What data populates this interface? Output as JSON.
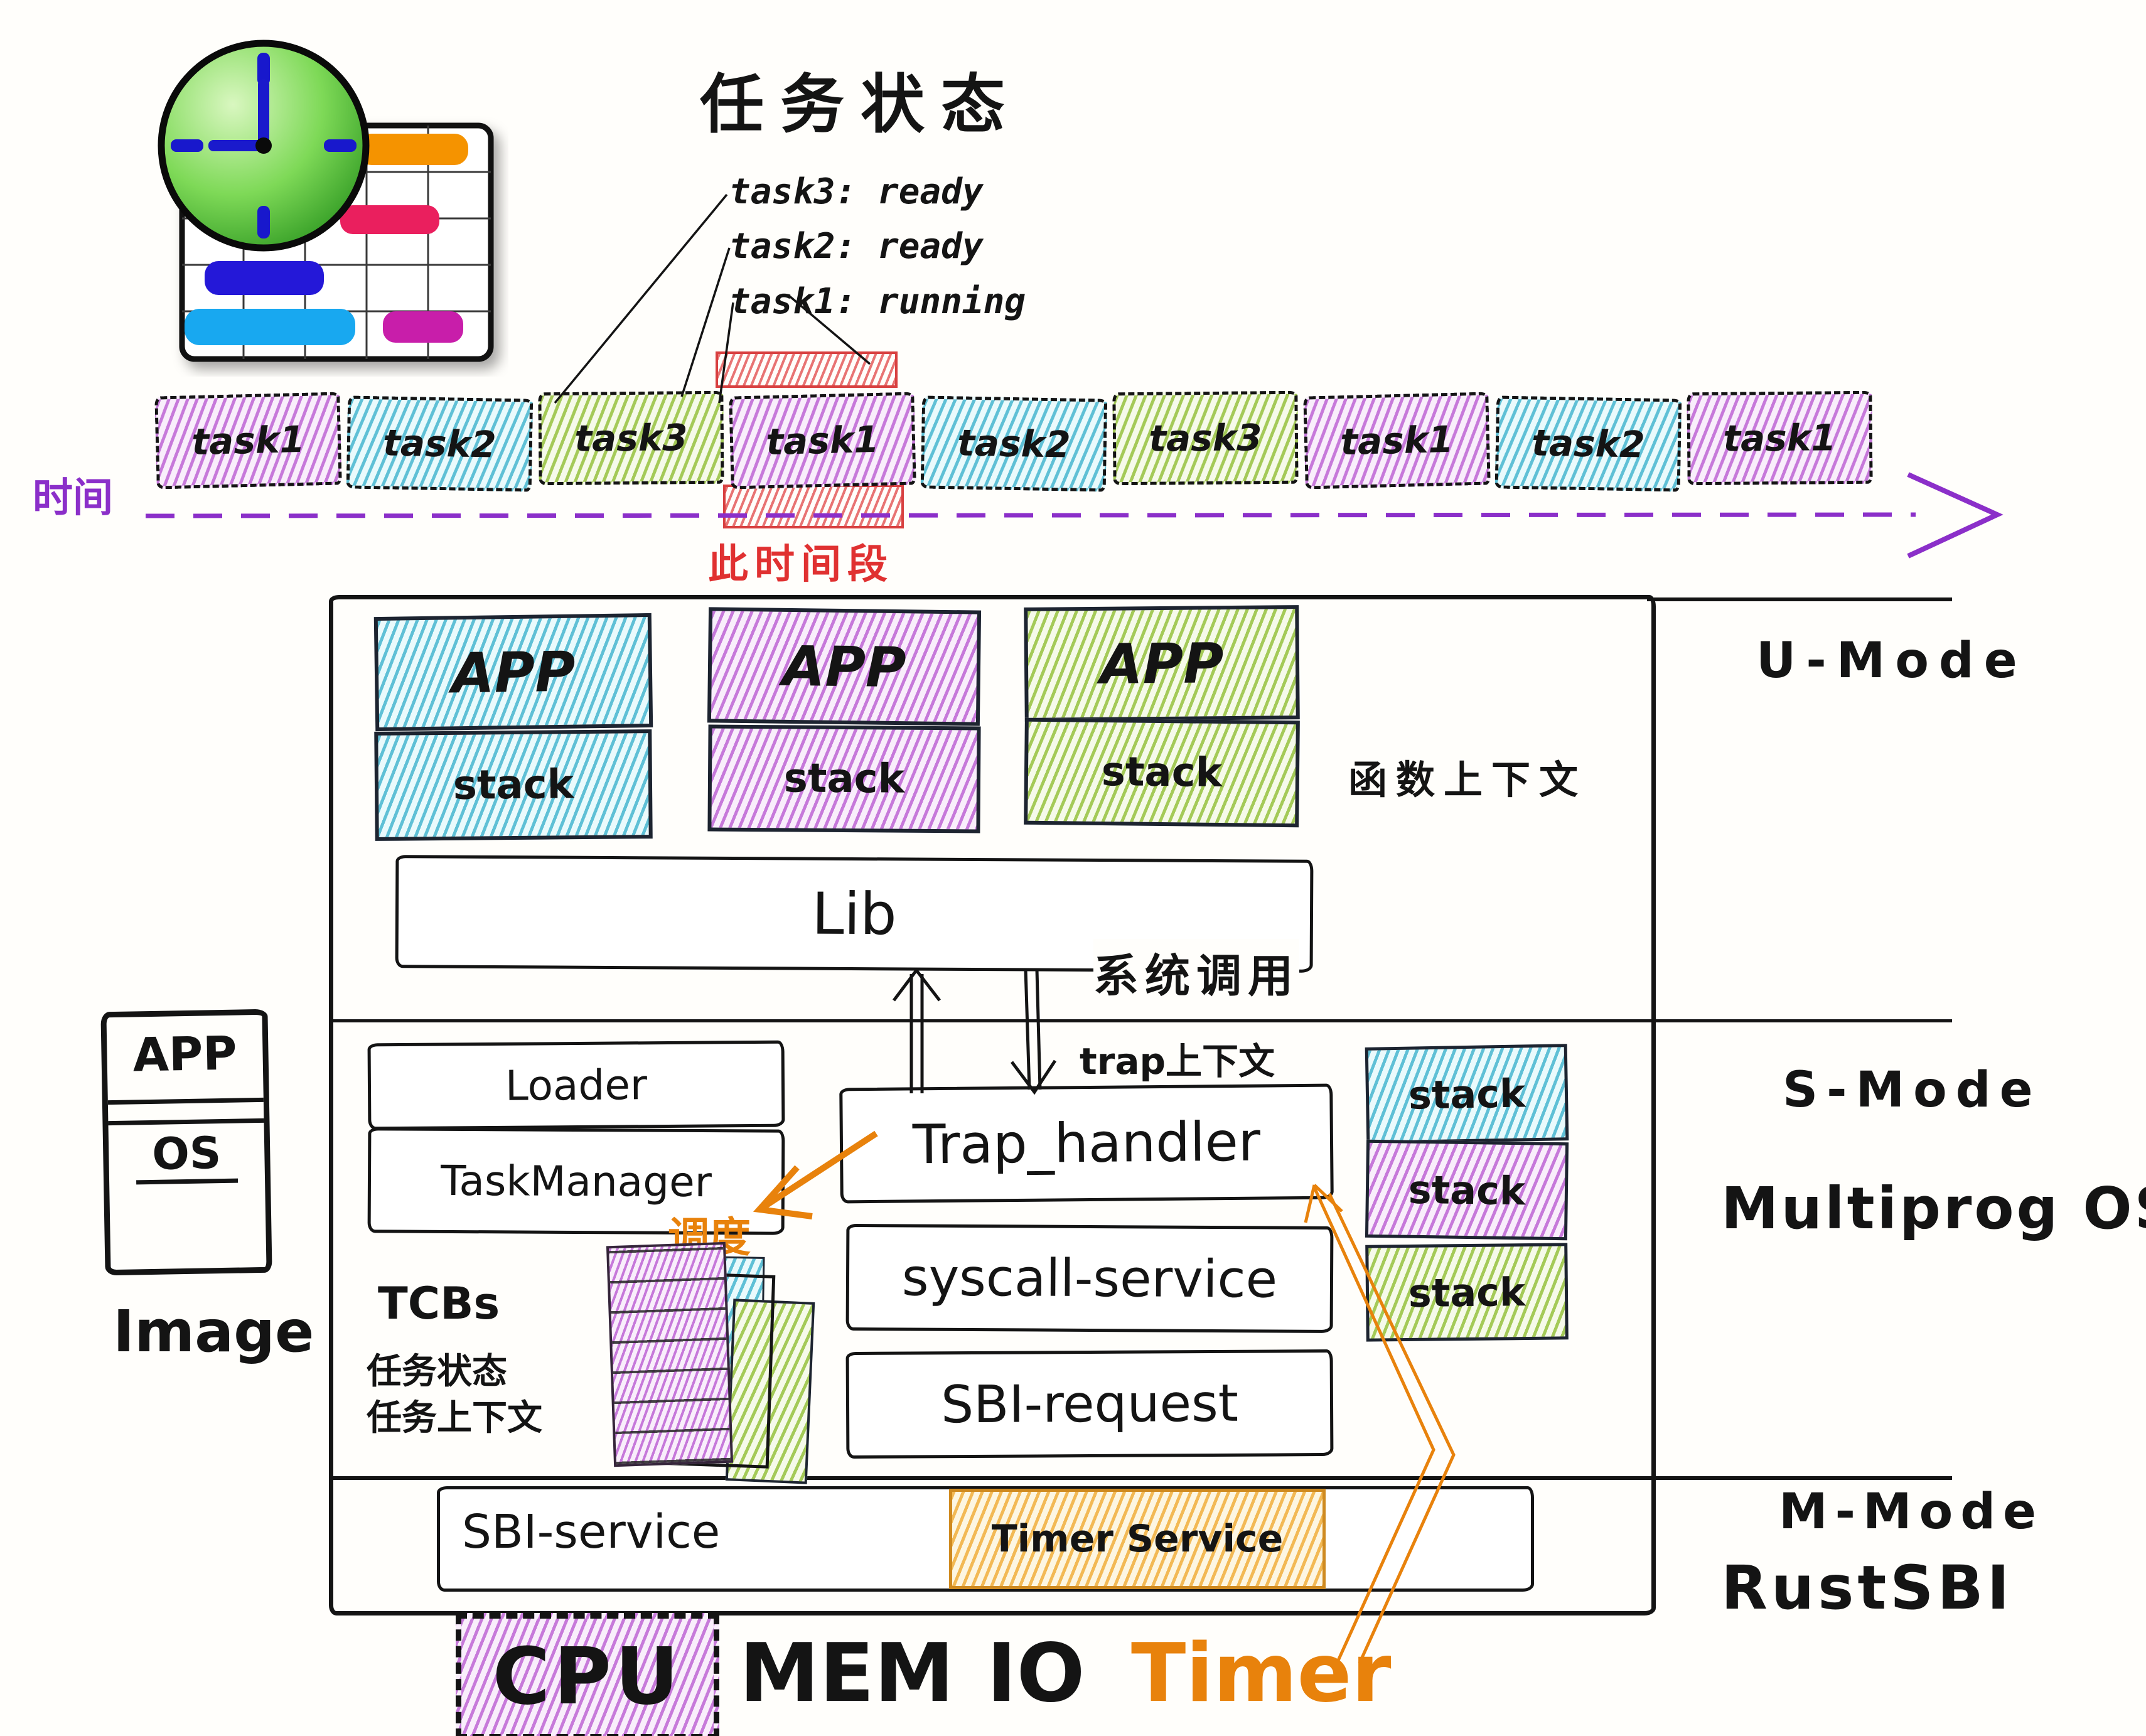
{
  "colors": {
    "purple_accent": "#8b2fc9",
    "orange_accent": "#e8820c",
    "red_accent": "#e03131",
    "task_purple": "#ba5cd2",
    "task_cyan": "#3cb2cc",
    "task_green": "#96c13e"
  },
  "header": {
    "title": "任务状态",
    "status_lines": [
      "task3: ready",
      "task2: ready",
      "task1: running"
    ]
  },
  "timeline": {
    "time_label": "时间",
    "period_label": "此时间段",
    "tasks": [
      {
        "label": "task1",
        "color": "purple"
      },
      {
        "label": "task2",
        "color": "cyan"
      },
      {
        "label": "task3",
        "color": "green"
      },
      {
        "label": "task1",
        "color": "purple"
      },
      {
        "label": "task2",
        "color": "cyan"
      },
      {
        "label": "task3",
        "color": "green"
      },
      {
        "label": "task1",
        "color": "purple"
      },
      {
        "label": "task2",
        "color": "cyan"
      },
      {
        "label": "task1",
        "color": "purple"
      }
    ]
  },
  "u_mode": {
    "label": "U-Mode",
    "apps": [
      {
        "app": "APP",
        "stack": "stack",
        "color": "cyan"
      },
      {
        "app": "APP",
        "stack": "stack",
        "color": "purple"
      },
      {
        "app": "APP",
        "stack": "stack",
        "color": "green"
      }
    ],
    "fn_context": "函数上下文",
    "lib": "Lib"
  },
  "s_mode": {
    "label": "S-Mode",
    "os_label": "Multiprog OS",
    "syscall_label": "系统调用",
    "trap_context": "trap上下文",
    "loader": "Loader",
    "task_manager": "TaskManager",
    "schedule": "调度",
    "trap_handler": "Trap_handler",
    "syscall_service": "syscall-service",
    "sbi_request": "SBI-request",
    "stacks": [
      {
        "label": "stack",
        "color": "cyan"
      },
      {
        "label": "stack",
        "color": "purple"
      },
      {
        "label": "stack",
        "color": "green"
      }
    ],
    "tcbs": "TCBs",
    "tcb_note1": "任务状态",
    "tcb_note2": "任务上下文"
  },
  "m_mode": {
    "label": "M-Mode",
    "sbi_label": "RustSBI",
    "sbi_service": "SBI-service",
    "timer_service": "Timer Service"
  },
  "image_box": {
    "app": "APP",
    "os": "OS",
    "caption": "Image"
  },
  "hardware": {
    "cpu": "CPU",
    "mem": "MEM",
    "io": "IO",
    "timer": "Timer"
  }
}
